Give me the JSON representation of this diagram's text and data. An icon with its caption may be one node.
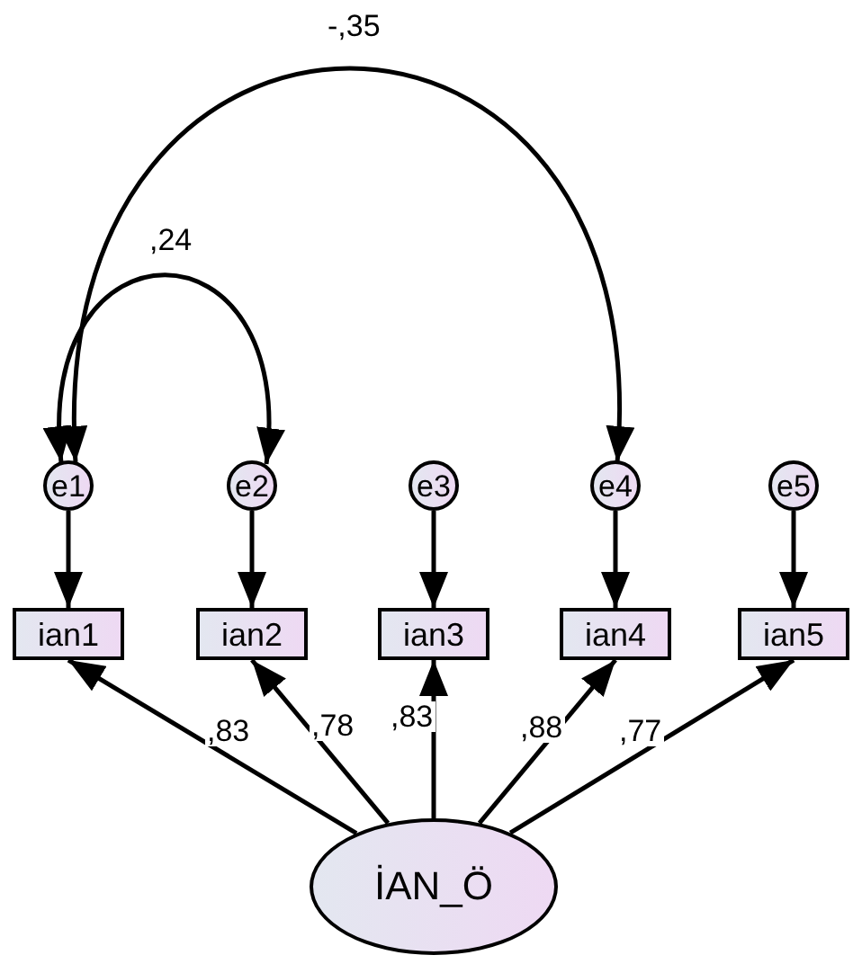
{
  "diagram": {
    "nodes": [
      {
        "text": [
          "e1"
        ]
      },
      {
        "text": [
          "e2"
        ]
      },
      {
        "text": [
          "e3"
        ]
      },
      {
        "text": [
          "e4"
        ]
      },
      {
        "text": [
          "e5"
        ]
      },
      {
        "text": [
          "ian1"
        ]
      },
      {
        "text": [
          "ian2"
        ]
      },
      {
        "text": [
          "ian3"
        ]
      },
      {
        "text": [
          "ian4"
        ]
      },
      {
        "text": [
          "ian5"
        ]
      },
      {
        "text": [
          "İAN_Ö"
        ]
      }
    ],
    "edges": [
      {
        "from": 0,
        "to": 1,
        "arrow": "both",
        "label": ",24"
      },
      {
        "from": 0,
        "to": 3,
        "arrow": "both",
        "label": "-,35"
      },
      {
        "from": 0,
        "to": 5,
        "arrow": "to"
      },
      {
        "from": 1,
        "to": 6,
        "arrow": "to"
      },
      {
        "from": 2,
        "to": 7,
        "arrow": "to"
      },
      {
        "from": 3,
        "to": 8,
        "arrow": "to"
      },
      {
        "from": 4,
        "to": 9,
        "arrow": "to"
      },
      {
        "from": 10,
        "to": 5,
        "arrow": "to",
        "label": ",83"
      },
      {
        "from": 10,
        "to": 6,
        "arrow": "to",
        "label": ",78"
      },
      {
        "from": 10,
        "to": 7,
        "arrow": "to",
        "label": ",83"
      },
      {
        "from": 10,
        "to": 8,
        "arrow": "to",
        "label": ",88"
      },
      {
        "from": 10,
        "to": 9,
        "arrow": "to",
        "label": ",77"
      }
    ]
  }
}
